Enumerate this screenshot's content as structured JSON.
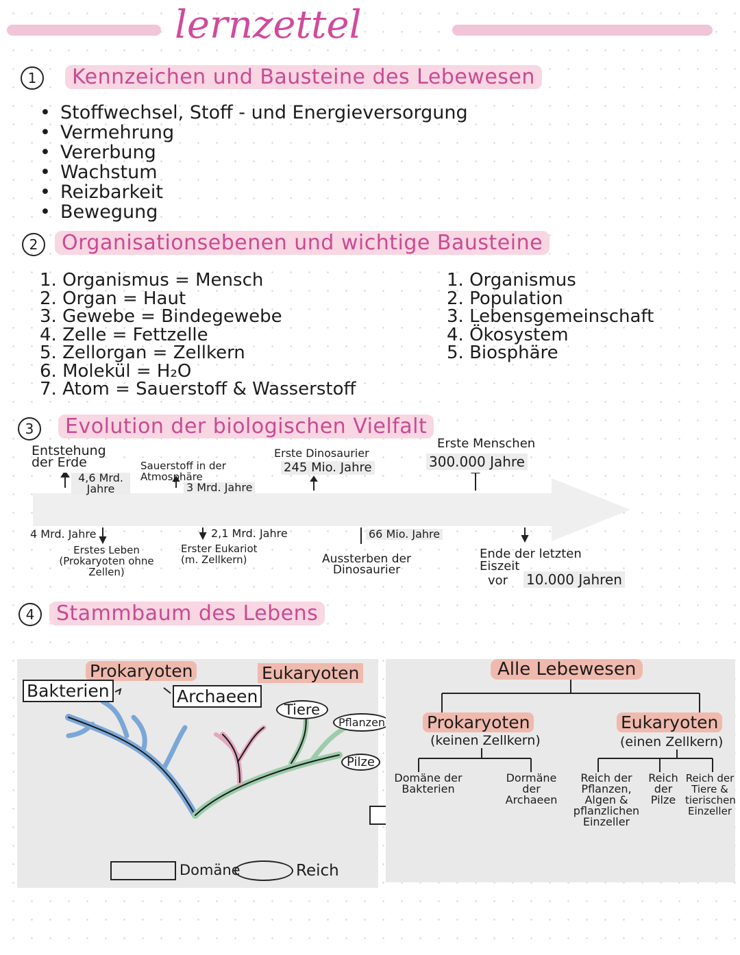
{
  "title": "lernzettel",
  "s1": {
    "num": "1",
    "heading": "Kennzeichen und Bausteine des Lebewesen",
    "items": [
      "Stoffwechsel, Stoff - und Energieversorgung",
      "Vermehrung",
      "Vererbung",
      "Wachstum",
      "Reizbarkeit",
      "Bewegung"
    ]
  },
  "s2": {
    "num": "2",
    "heading": "Organisationsebenen und wichtige Bausteine",
    "left": [
      "1. Organismus = Mensch",
      "2. Organ = Haut",
      "3. Gewebe = Bindegewebe",
      "4. Zelle = Fettzelle",
      "5. Zellorgan = Zellkern",
      "6. Molekül = H₂O",
      "7. Atom = Sauerstoff & Wasserstoff"
    ],
    "right": [
      "1. Organismus",
      "2. Population",
      "3. Lebensgemeinschaft",
      "4. Ökosystem",
      "5. Biosphäre"
    ]
  },
  "s3": {
    "num": "3",
    "heading": "Evolution der biologischen Vielfalt",
    "top": {
      "e1_label": "Entstehung der Erde",
      "e1_value": "4,6 Mrd. Jahre",
      "e2_label": "Sauerstoff in der Atmosphäre",
      "e2_value": "3 Mrd. Jahre",
      "e3_label": "Erste Dinosaurier",
      "e3_value": "245 Mio. Jahre",
      "e4_label": "Erste Menschen",
      "e4_value": "300.000 Jahre"
    },
    "bottom": {
      "b1_value": "4 Mrd. Jahre",
      "b1_label": "Erstes Leben (Prokaryoten ohne Zellen)",
      "b2_value": "2,1 Mrd. Jahre",
      "b2_label": "Erster Eukariot (m. Zellkern)",
      "b3_value": "66 Mio. Jahre",
      "b3_label": "Aussterben der Dinosaurier",
      "b4_label": "Ende der letzten Eiszeit",
      "b4_prefix": "vor",
      "b4_value": "10.000 Jahren"
    }
  },
  "s4": {
    "num": "4",
    "heading": "Stammbaum des Lebens",
    "tree": {
      "prokaryoten": "Prokaryoten",
      "eukaryoten": "Eukaryoten",
      "bakterien": "Bakterien",
      "archaeen": "Archaeen",
      "tiere": "Tiere",
      "pflanzen": "Pflanzen",
      "pilze": "Pilze",
      "legend_domain": "Domäne",
      "legend_reich": "Reich"
    },
    "hier": {
      "root": "Alle Lebewesen",
      "prok": "Prokaryoten",
      "prok_sub": "(keinen Zellkern)",
      "euk": "Eukaryoten",
      "euk_sub": "(einen Zellkern)",
      "d1": "Domäne der Bakterien",
      "d2": "Dormäne der Archaeen",
      "r1": "Reich der Pflanzen, Algen & pflanzlichen Einzeller",
      "r2": "Reich der Pilze",
      "r3": "Reich der Tiere & tierischen Einzeller"
    }
  },
  "colors": {
    "title": "#d14a9c",
    "highlight": "#f8d6e2",
    "bakterien": "#7ba7d6",
    "tiere": "#e3a7bf",
    "pflanzen": "#9cccaa",
    "label_bg": "#f0b9ad"
  }
}
